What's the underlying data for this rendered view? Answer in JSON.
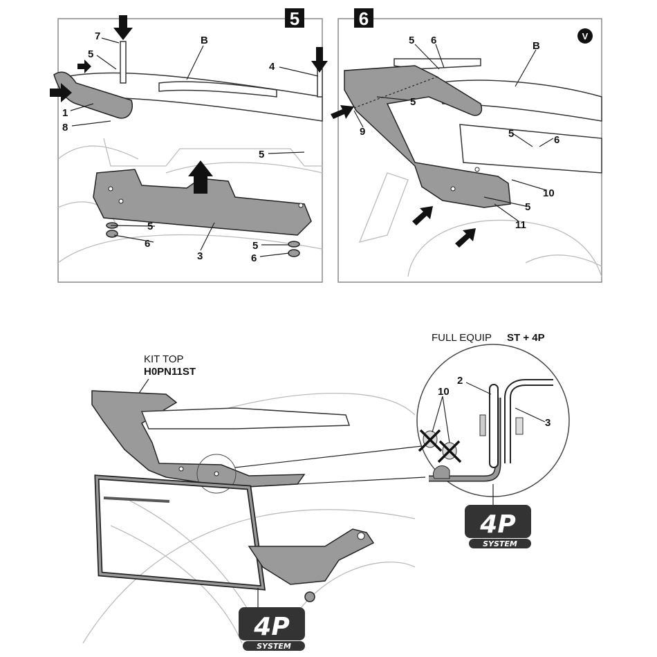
{
  "panel5": {
    "step": "5",
    "labels": [
      "7",
      "5",
      "1",
      "8",
      "B",
      "4",
      "5",
      "5",
      "6",
      "3",
      "5",
      "6"
    ]
  },
  "panel6": {
    "step": "6",
    "corner_mark": "V",
    "labels": [
      "5",
      "6",
      "B",
      "5",
      "9",
      "5",
      "6",
      "10",
      "5",
      "11"
    ]
  },
  "bottom": {
    "kit_top_label": "KIT TOP",
    "kit_top_code": "H0PN11ST",
    "full_equip_label": "FULL EQUIP",
    "full_equip_code": "ST + 4P",
    "detail_labels": [
      "2",
      "10",
      "3"
    ],
    "logo_main": "4P",
    "logo_sub": "SYSTEM"
  },
  "colors": {
    "part_fill": "#9a9a9a",
    "badge": "#111111"
  }
}
